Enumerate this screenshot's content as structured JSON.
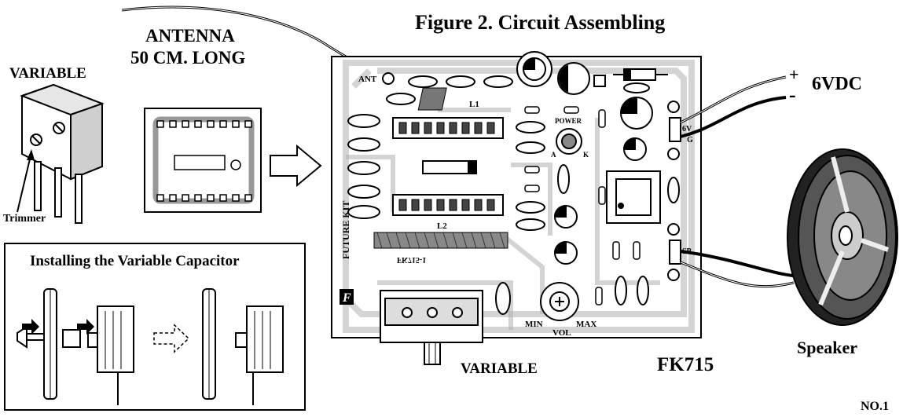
{
  "figure_title": "Figure 2. Circuit Assembling",
  "antenna": {
    "line1": "ANTENNA",
    "line2": "50 CM. LONG"
  },
  "variable_label_left": "VARIABLE",
  "trimmer_label": "Trimmer",
  "install_title": "Installing the Variable Capacitor",
  "variable_label_bottom": "VARIABLE",
  "model": "FK715",
  "speaker_label": "Speaker",
  "page_number": "NO.1",
  "power_supply": {
    "plus": "+",
    "minus": "-",
    "voltage": "6VDC"
  },
  "pcb_labels": {
    "ant": "ANT",
    "l1": "L1",
    "l2": "L2",
    "power": "POWER",
    "anode": "A",
    "cathode": "K",
    "v6": "6V",
    "ground": "G",
    "sp": "SP",
    "min": "MIN",
    "max": "MAX",
    "vol": "VOL",
    "kit": "FUTURE KIT",
    "code": "FK715-1"
  },
  "colors": {
    "ink": "#000000",
    "trace": "#b0b0b0",
    "paper": "#ffffff"
  }
}
